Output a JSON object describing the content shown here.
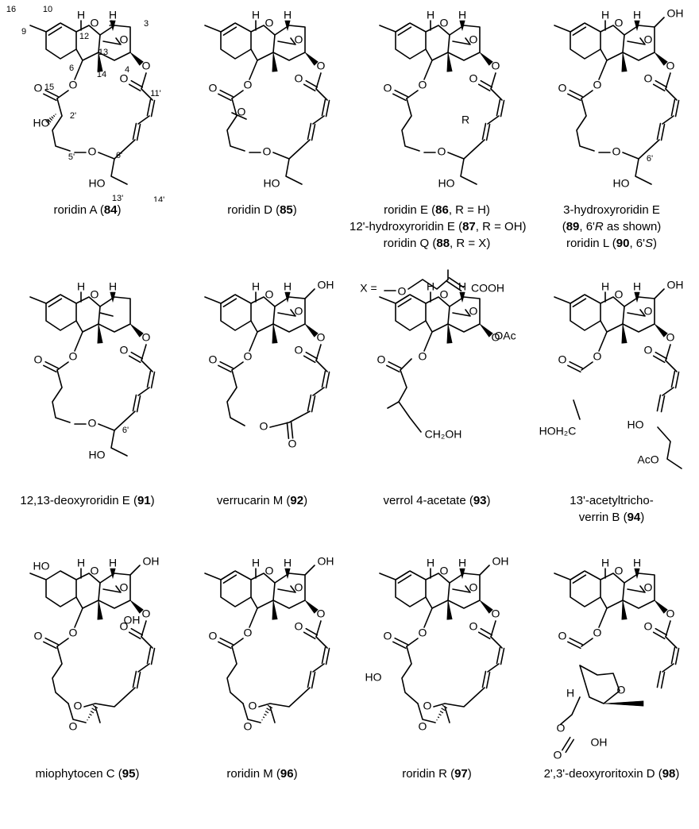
{
  "compounds": [
    {
      "parts": [
        {
          "t": "roridin A ("
        },
        {
          "t": "84",
          "b": true
        },
        {
          "t": ")"
        }
      ]
    },
    {
      "parts": [
        {
          "t": "roridin D ("
        },
        {
          "t": "85",
          "b": true
        },
        {
          "t": ")"
        }
      ]
    },
    {
      "lines": [
        [
          {
            "t": "roridin E ("
          },
          {
            "t": "86",
            "b": true
          },
          {
            "t": ", R = H)"
          }
        ],
        [
          {
            "t": "12'-hydroxyroridin E ("
          },
          {
            "t": "87",
            "b": true
          },
          {
            "t": ", R = OH)"
          }
        ],
        [
          {
            "t": "roridin Q ("
          },
          {
            "t": "88",
            "b": true
          },
          {
            "t": ", R = X)"
          }
        ]
      ]
    },
    {
      "lines": [
        [
          {
            "t": "3-hydroxyroridin E"
          }
        ],
        [
          {
            "t": "("
          },
          {
            "t": "89",
            "b": true
          },
          {
            "t": ", 6'"
          },
          {
            "t": "R",
            "i": true
          },
          {
            "t": " as shown)"
          }
        ],
        [
          {
            "t": "roridin L ("
          },
          {
            "t": "90",
            "b": true
          },
          {
            "t": ", 6'"
          },
          {
            "t": "S",
            "i": true
          },
          {
            "t": ")"
          }
        ]
      ]
    },
    {
      "parts": [
        {
          "t": "12,13-deoxyroridin E ("
        },
        {
          "t": "91",
          "b": true
        },
        {
          "t": ")"
        }
      ]
    },
    {
      "parts": [
        {
          "t": "verrucarin M ("
        },
        {
          "t": "92",
          "b": true
        },
        {
          "t": ")"
        }
      ]
    },
    {
      "parts": [
        {
          "t": "verrol 4-acetate ("
        },
        {
          "t": "93",
          "b": true
        },
        {
          "t": ")"
        }
      ]
    },
    {
      "lines": [
        [
          {
            "t": "13'-acetyltricho-"
          }
        ],
        [
          {
            "t": "verrin B ("
          },
          {
            "t": "94",
            "b": true
          },
          {
            "t": ")"
          }
        ]
      ]
    },
    {
      "parts": [
        {
          "t": "miophytocen C ("
        },
        {
          "t": "95",
          "b": true
        },
        {
          "t": ")"
        }
      ]
    },
    {
      "parts": [
        {
          "t": "roridin M ("
        },
        {
          "t": "96",
          "b": true
        },
        {
          "t": ")"
        }
      ]
    },
    {
      "parts": [
        {
          "t": "roridin R ("
        },
        {
          "t": "97",
          "b": true
        },
        {
          "t": ")"
        }
      ]
    },
    {
      "parts": [
        {
          "t": "2',3'-deoxyroritoxin D ("
        },
        {
          "t": "98",
          "b": true
        },
        {
          "t": ")"
        }
      ]
    }
  ],
  "labels": {
    "h": "H",
    "o": "O",
    "oh": "OH",
    "ho": "HO",
    "oac": "OAc",
    "aco": "AcO",
    "r": "R",
    "x_eq": "X =",
    "cooh": "COOH",
    "ch2oh": "CH₂OH",
    "hoh2c": "HOH₂C"
  },
  "numbering": [
    "16",
    "10",
    "9",
    "2",
    "3",
    "12",
    "6",
    "13",
    "15",
    "14",
    "4",
    "11'",
    "2'",
    "5'",
    "6'",
    "13'",
    "14'"
  ],
  "stereo_6prime": "6'"
}
